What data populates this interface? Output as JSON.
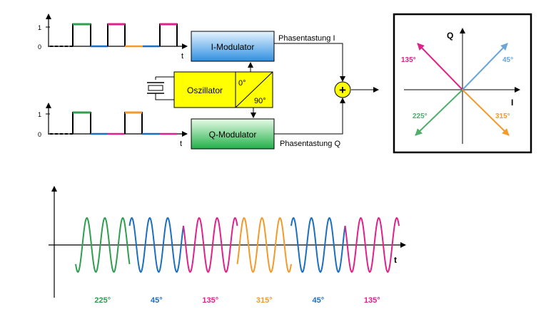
{
  "upper_signal": {
    "axis_1": "1",
    "axis_0": "0",
    "axis_t": "t"
  },
  "lower_signal": {
    "axis_1": "1",
    "axis_0": "0",
    "axis_t": "t"
  },
  "blocks": {
    "i_modulator": "I-Modulator",
    "q_modulator": "Q-Modulator",
    "oscillator": "Oszillator",
    "phase_0": "0°",
    "phase_90": "90°",
    "sum": "+"
  },
  "labels": {
    "phasentastung_i": "Phasentastung I",
    "phasentastung_q": "Phasentastung Q"
  },
  "constellation": {
    "axis_i": "I",
    "axis_q": "Q",
    "p45": "45°",
    "p135": "135°",
    "p225": "225°",
    "p315": "315°"
  },
  "waveform": {
    "axis_t": "t",
    "segments": [
      {
        "phase": "225°",
        "color": "#2e9e4f"
      },
      {
        "phase": "45°",
        "color": "#1a6fc0"
      },
      {
        "phase": "135°",
        "color": "#e0218a"
      },
      {
        "phase": "315°",
        "color": "#f39a2b"
      },
      {
        "phase": "45°",
        "color": "#1a6fc0"
      },
      {
        "phase": "135°",
        "color": "#e0218a"
      }
    ]
  },
  "colors": {
    "green": "#2e9e4f",
    "blue": "#1a6fc0",
    "magenta": "#e0218a",
    "orange": "#f39a2b",
    "light_blue": "#6aa6d8"
  }
}
